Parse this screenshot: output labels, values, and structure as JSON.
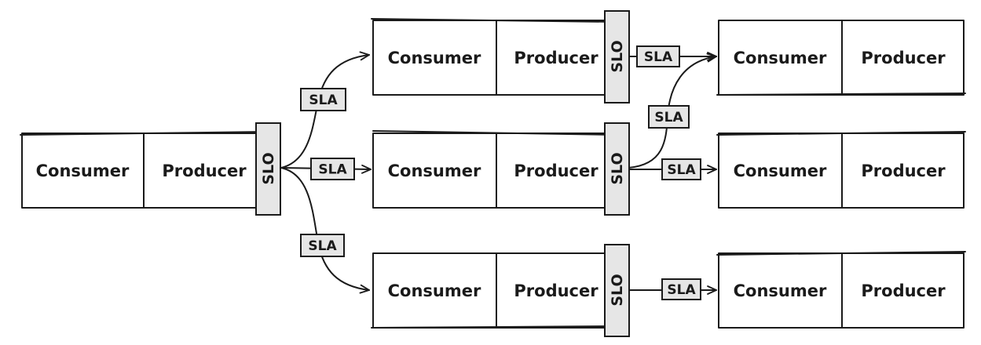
{
  "labels": {
    "consumer": "Consumer",
    "producer": "Producer",
    "slo": "SLO",
    "sla": "SLA"
  },
  "colors": {
    "ink": "#1a1a1a",
    "background": "#ffffff",
    "tag_fill": "#e6e6e6"
  }
}
